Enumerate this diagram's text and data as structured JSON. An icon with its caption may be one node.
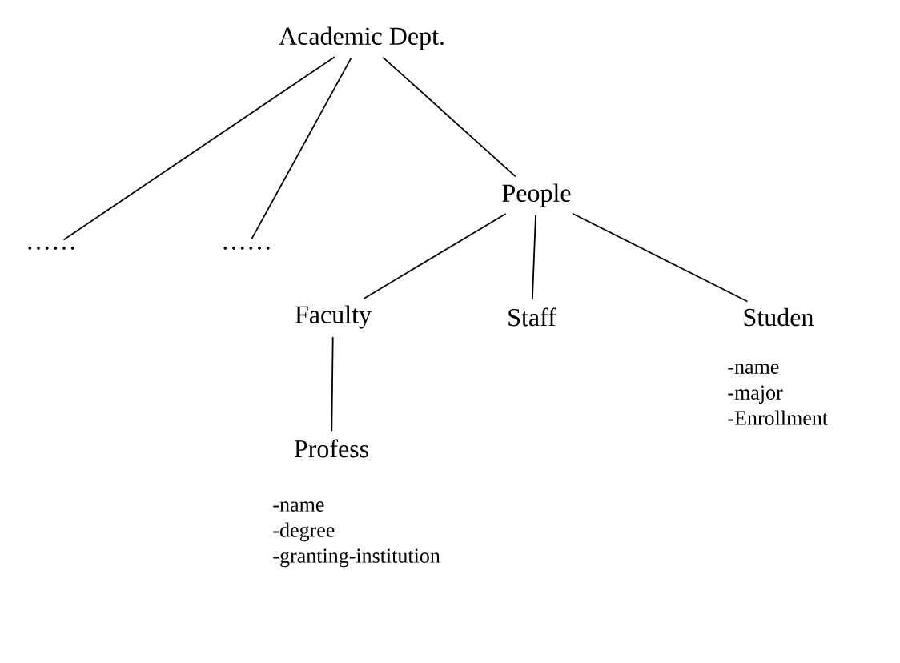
{
  "diagram": {
    "nodes": [
      {
        "text": [
          "Academic Dept."
        ]
      },
      {
        "text": [
          "……"
        ]
      },
      {
        "text": [
          "……"
        ]
      },
      {
        "text": [
          "People"
        ]
      },
      {
        "text": [
          "Faculty"
        ]
      },
      {
        "text": [
          "Staff"
        ]
      },
      {
        "text": [
          "Studen"
        ],
        "beside": [
          "-name",
          "-major",
          "-Enrollment"
        ]
      },
      {
        "text": [
          "Profess"
        ],
        "beside": [
          "-name",
          "-degree",
          "-granting-institution"
        ]
      }
    ],
    "edges": [
      {
        "from": 0,
        "to": 1,
        "arrow": "none"
      },
      {
        "from": 0,
        "to": 2,
        "arrow": "none"
      },
      {
        "from": 0,
        "to": 3,
        "arrow": "none"
      },
      {
        "from": 3,
        "to": 4,
        "arrow": "none"
      },
      {
        "from": 3,
        "to": 5,
        "arrow": "none"
      },
      {
        "from": 3,
        "to": 6,
        "arrow": "none"
      },
      {
        "from": 4,
        "to": 7,
        "arrow": "none"
      }
    ]
  }
}
